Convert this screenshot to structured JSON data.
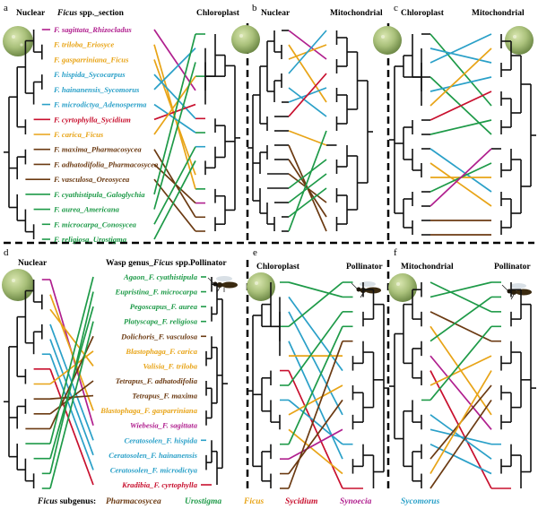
{
  "panels": [
    {
      "letter": "a",
      "left_title": "Nuclear",
      "center_title_prefix": "Ficus",
      "center_title_suffix": " spp._section",
      "right_title": "Chloroplast",
      "taxa": [
        {
          "label": "F. sagittata_Rhizocladus",
          "subgenus": "Synoecia"
        },
        {
          "label": "F. triloba_Eriosyce",
          "subgenus": "Ficus"
        },
        {
          "label": "F. gasparriniana_Ficus",
          "subgenus": "Ficus"
        },
        {
          "label": "F. hispida_Sycocarpus",
          "subgenus": "Sycomorus"
        },
        {
          "label": "F. hainanensis_Sycomorus",
          "subgenus": "Sycomorus"
        },
        {
          "label": "F. microdictya_Adenosperma",
          "subgenus": "Sycomorus"
        },
        {
          "label": "F. cyrtophylla_Sycidium",
          "subgenus": "Sycidium"
        },
        {
          "label": "F. carica_Ficus",
          "subgenus": "Ficus"
        },
        {
          "label": "F. maxima_Pharmacosycea",
          "subgenus": "Pharmacosycea"
        },
        {
          "label": "F. adhatodifolia_Pharmacosycea",
          "subgenus": "Pharmacosycea"
        },
        {
          "label": "F. vasculosa_Oreosycea",
          "subgenus": "Pharmacosycea"
        },
        {
          "label": "F. cyathistipula_Galoglychia",
          "subgenus": "Urostigma"
        },
        {
          "label": "F. aurea_Americana",
          "subgenus": "Urostigma"
        },
        {
          "label": "F. microcarpa_Conosycea",
          "subgenus": "Urostigma"
        },
        {
          "label": "F. religiosa_Urostigma",
          "subgenus": "Urostigma"
        }
      ]
    },
    {
      "letter": "b",
      "left_title": "Nuclear",
      "right_title": "Mitochondrial"
    },
    {
      "letter": "c",
      "left_title": "Chloroplast",
      "right_title": "Mitochondrial"
    },
    {
      "letter": "d",
      "left_title": "Nuclear",
      "center_title_prefix": "Wasp genus_",
      "center_title_italic": "Ficus",
      "center_title_suffix": " spp.",
      "right_title": "Pollinator",
      "taxa": [
        {
          "label": "Agaon_F. cyathistipula",
          "subgenus": "Urostigma"
        },
        {
          "label": "Eupristina_F. microcarpa",
          "subgenus": "Urostigma"
        },
        {
          "label": "Pegoscapus_F. aurea",
          "subgenus": "Urostigma"
        },
        {
          "label": "Platyscapa_F. religiosa",
          "subgenus": "Urostigma"
        },
        {
          "label": "Dolichoris_F. vasculosa",
          "subgenus": "Pharmacosycea"
        },
        {
          "label": "Blastophaga_F. carica",
          "subgenus": "Ficus"
        },
        {
          "label": "Valisia_F. triloba",
          "subgenus": "Ficus"
        },
        {
          "label": "Tetrapus_F. adhatodifolia",
          "subgenus": "Pharmacosycea"
        },
        {
          "label": "Tetrapus_F. maxima",
          "subgenus": "Pharmacosycea"
        },
        {
          "label": "Blastophaga_F. gasparriniana",
          "subgenus": "Ficus"
        },
        {
          "label": "Wiebesia_F. sagittata",
          "subgenus": "Synoecia"
        },
        {
          "label": "Ceratosolen_F. hispida",
          "subgenus": "Sycomorus"
        },
        {
          "label": "Ceratosolen_F. hainanensis",
          "subgenus": "Sycomorus"
        },
        {
          "label": "Ceratosolen_F. microdictya",
          "subgenus": "Sycomorus"
        },
        {
          "label": "Kradibia_F. cyrtophylla",
          "subgenus": "Sycidium"
        }
      ]
    },
    {
      "letter": "e",
      "left_title": "Chloroplast",
      "right_title": "Pollinator"
    },
    {
      "letter": "f",
      "left_title": "Mitochondrial",
      "right_title": "Pollinator"
    }
  ],
  "legend": {
    "prefix_italic": "Ficus",
    "prefix_rest": " subgenus:",
    "items": [
      {
        "name": "Pharmacosycea",
        "color": "#6b3a12"
      },
      {
        "name": "Urostigma",
        "color": "#1e9a48"
      },
      {
        "name": "Ficus",
        "color": "#e8a417"
      },
      {
        "name": "Sycidium",
        "color": "#c8102e"
      },
      {
        "name": "Synoecia",
        "color": "#b01f8e"
      },
      {
        "name": "Sycomorus",
        "color": "#2aa0c8"
      }
    ]
  },
  "tree_color": "#111111",
  "divider_color": "#000000"
}
